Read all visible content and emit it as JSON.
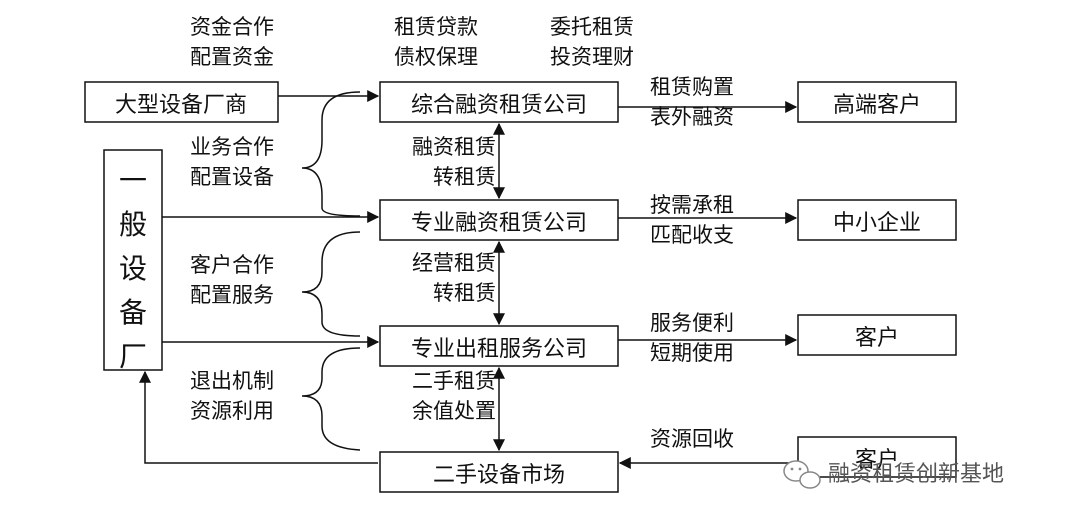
{
  "boxes": {
    "large_manufacturer": "大型设备厂商",
    "general_manufacturer": "一般设备厂",
    "comprehensive_leasing": "综合融资租赁公司",
    "specialized_leasing": "专业融资租赁公司",
    "rental_service": "专业出租服务公司",
    "secondhand_market": "二手设备市场",
    "high_end_clients": "高端客户",
    "sme": "中小企业",
    "clients": "客户",
    "clients_bottom": "客户"
  },
  "annotations": {
    "top_left": [
      "资金合作",
      "配置资金"
    ],
    "top_mid": [
      "租赁贷款",
      "债权保理"
    ],
    "top_right": [
      "委托租赁",
      "投资理财"
    ],
    "business": [
      "业务合作",
      "配置设备"
    ],
    "customer": [
      "客户合作",
      "配置服务"
    ],
    "exit": [
      "退出机制",
      "资源利用"
    ],
    "v1": [
      "融资租赁",
      "转租赁"
    ],
    "v2": [
      "经营租赁",
      "转租赁"
    ],
    "v3": [
      "二手租赁",
      "余值处置"
    ],
    "r1": [
      "租赁购置",
      "表外融资"
    ],
    "r2": [
      "按需承租",
      "匹配收支"
    ],
    "r3": [
      "服务便利",
      "短期使用"
    ],
    "r4": [
      "资源回收"
    ]
  },
  "watermark": "融资租赁创新基地"
}
